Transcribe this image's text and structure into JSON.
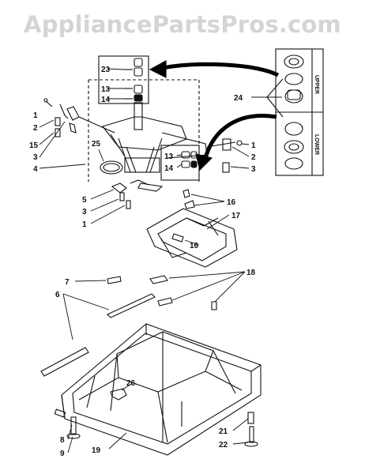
{
  "watermark": "AppliancePartsPros.com",
  "callouts": {
    "c23": "23",
    "c13a": "13",
    "c14a": "14",
    "c24": "24",
    "c1a": "1",
    "c2a": "2",
    "c15": "15",
    "c3a": "3",
    "c4": "4",
    "c25": "25",
    "c1b": "1",
    "c2b": "2",
    "c3b": "3",
    "c13b": "13",
    "c14b": "14",
    "c5": "5",
    "c3c": "3",
    "c1c": "1",
    "c16a": "16",
    "c17": "17",
    "c16b": "16",
    "c7": "7",
    "c6": "6",
    "c18": "18",
    "c26": "26",
    "c8": "8",
    "c9": "9",
    "c19": "19",
    "c21": "21",
    "c22": "22"
  },
  "kit_labels": {
    "upper": "UPPER",
    "lower": "LOWER"
  }
}
